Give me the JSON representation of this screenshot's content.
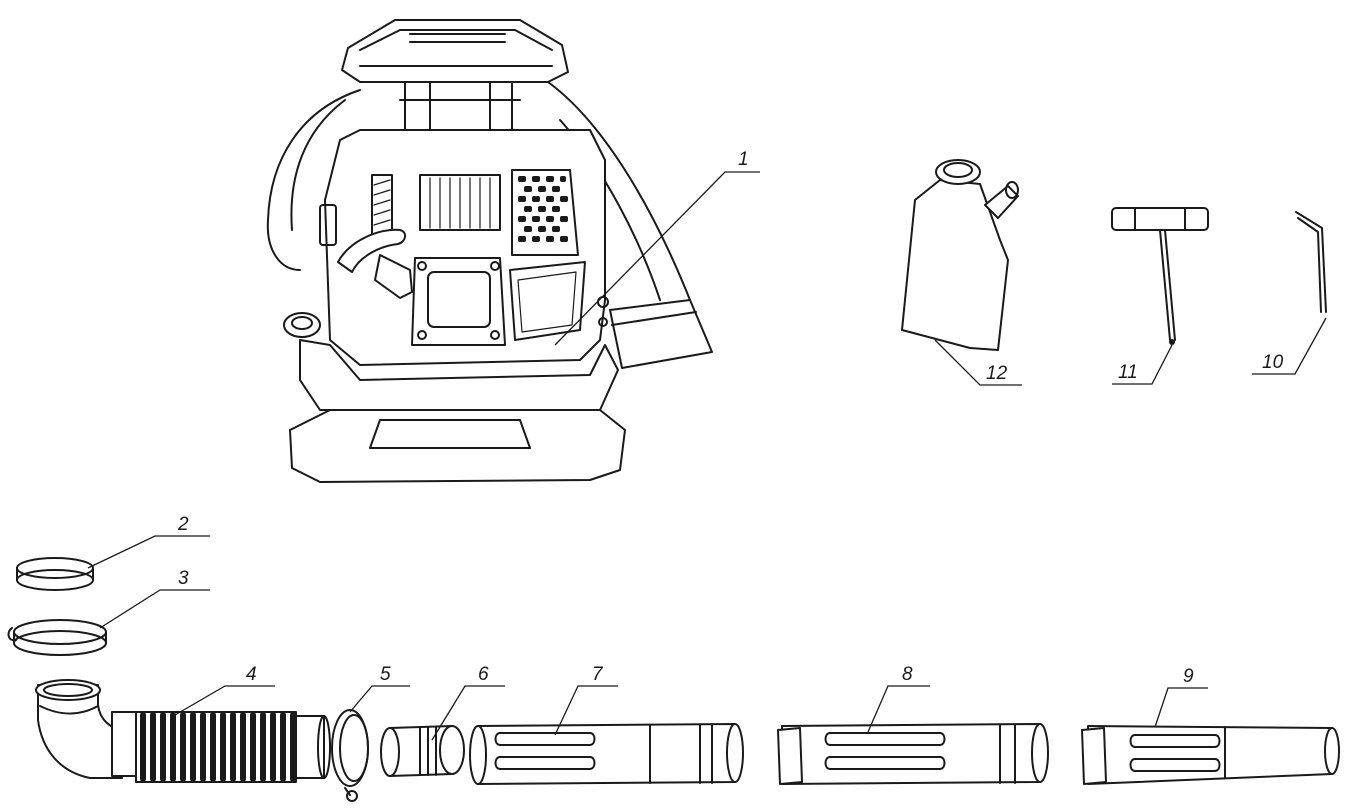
{
  "parts": [
    {
      "id": "blower-unit",
      "number": "1"
    },
    {
      "id": "small-clamp-ring",
      "number": "2"
    },
    {
      "id": "hose-clamp",
      "number": "3"
    },
    {
      "id": "flexible-elbow-hose",
      "number": "4"
    },
    {
      "id": "pipe-clamp",
      "number": "5"
    },
    {
      "id": "connector-pipe",
      "number": "6"
    },
    {
      "id": "handle-tube",
      "number": "7"
    },
    {
      "id": "extension-tube",
      "number": "8"
    },
    {
      "id": "nozzle-tube",
      "number": "9"
    },
    {
      "id": "hex-key",
      "number": "10"
    },
    {
      "id": "spark-plug-wrench",
      "number": "11"
    },
    {
      "id": "fuel-bottle",
      "number": "12"
    }
  ],
  "colors": {
    "line": "#1a1a1a",
    "background": "#ffffff"
  }
}
